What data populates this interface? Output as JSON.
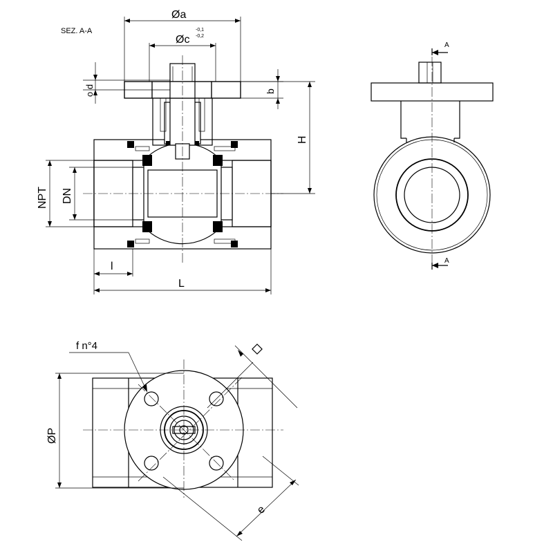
{
  "section_label": "SEZ. A-A",
  "dimensions": {
    "diameter_a": "Øa",
    "diameter_c": "Øc",
    "tolerance_c_upper": "-0,1",
    "tolerance_c_lower": "-0,2",
    "o_d": "o d",
    "b": "b",
    "H": "H",
    "NPT": "NPT",
    "DN": "DN",
    "l": "l",
    "L": "L",
    "f_n4": "f  n°4",
    "diameter_P": "ØP",
    "e": "e"
  },
  "section_marks": {
    "top": "A",
    "bottom": "A"
  }
}
